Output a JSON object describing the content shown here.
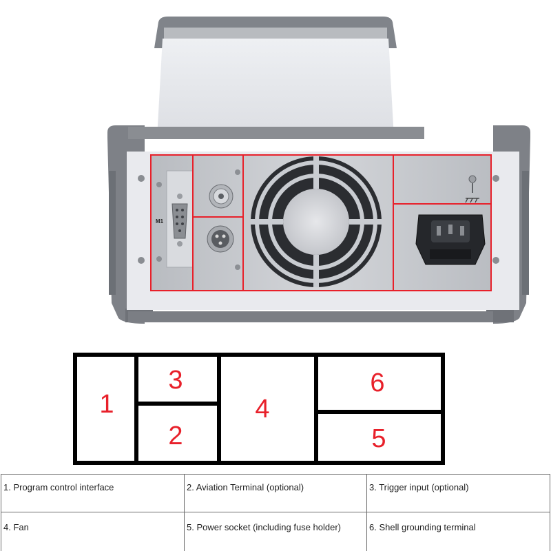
{
  "photo": {
    "connector_label": "M1",
    "colors": {
      "case_gray": "#8a8d92",
      "chassis_light": "#e7e8ec",
      "panel_plate": "#c9ccd1",
      "highlight_red": "#e8202a"
    }
  },
  "diagram": {
    "regions": [
      {
        "number": "1"
      },
      {
        "number": "2"
      },
      {
        "number": "3"
      },
      {
        "number": "4"
      },
      {
        "number": "5"
      },
      {
        "number": "6"
      }
    ],
    "colors": {
      "frame": "#000000",
      "number": "#e8202a"
    }
  },
  "legend": {
    "rows": [
      [
        "1. Program control interface",
        "2. Aviation Terminal (optional)",
        "3. Trigger input (optional)"
      ],
      [
        "4. Fan",
        "5. Power socket (including fuse holder)",
        "6. Shell grounding terminal"
      ]
    ]
  }
}
